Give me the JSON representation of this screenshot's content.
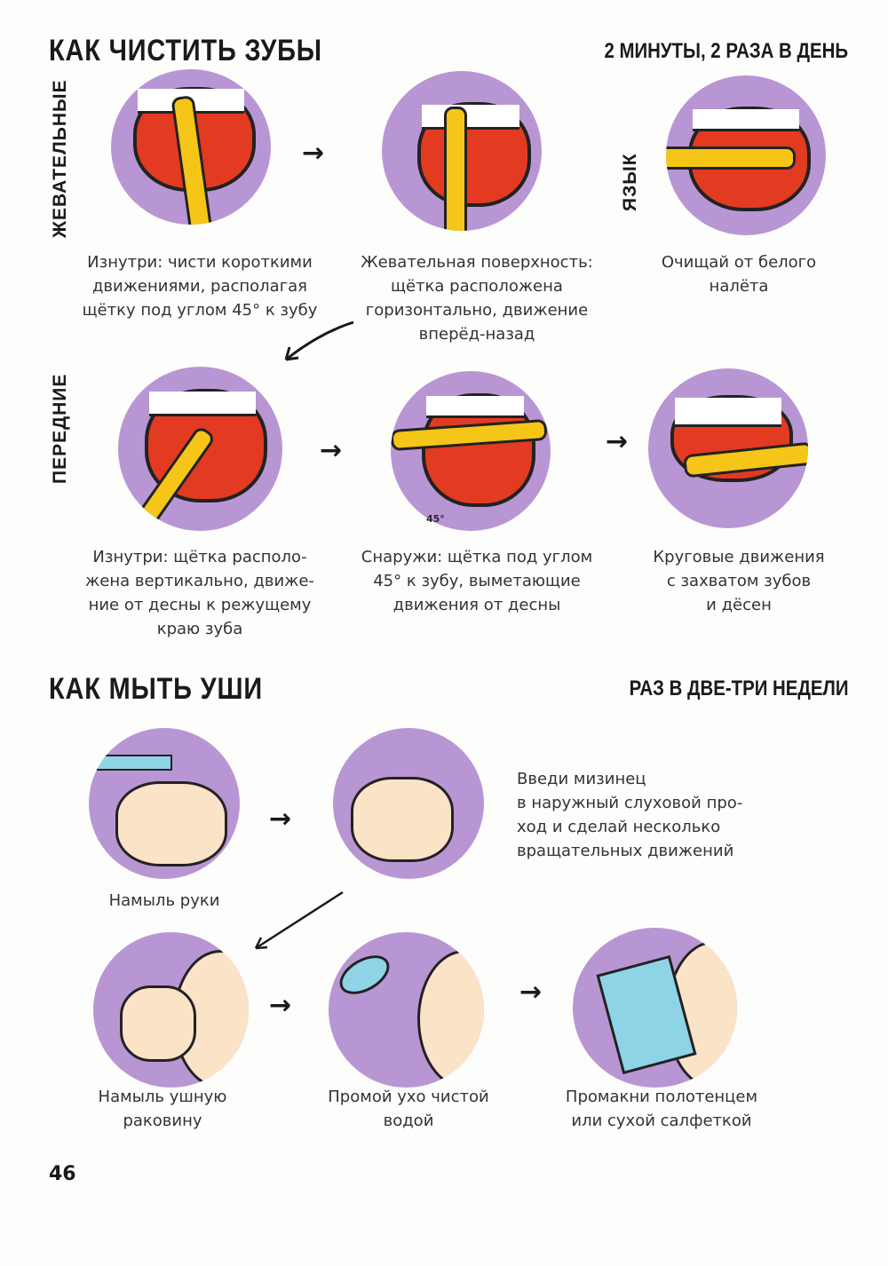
{
  "teeth": {
    "title": "КАК ЧИСТИТЬ ЗУБЫ",
    "frequency": "2 МИНУТЫ, 2 РАЗА В ДЕНЬ",
    "label_chewing": "ЖЕВАТЕЛЬНЫЕ",
    "label_tongue": "ЯЗЫК",
    "label_front": "ПЕРЕДНИЕ",
    "angle_label": "45°",
    "steps": [
      {
        "caption": "Изнутри: чисти короткими\nдвижениями, располагая\nщётку под углом 45° к зубу"
      },
      {
        "caption": "Жевательная поверхность:\nщётка расположена\nгоризонтально, движение\nвперёд-назад"
      },
      {
        "caption": "Очищай от белого\nналёта"
      },
      {
        "caption": "Изнутри: щётка располо-\nжена вертикально, движе-\nние от десны к режущему\nкраю зуба"
      },
      {
        "caption": "Снаружи: щётка под углом\n45° к зубу, выметающие\nдвижения от десны"
      },
      {
        "caption": "Круговые движения\nс захватом зубов\nи дёсен"
      }
    ]
  },
  "ears": {
    "title": "КАК МЫТЬ УШИ",
    "frequency": "РАЗ В ДВЕ-ТРИ НЕДЕЛИ",
    "steps": [
      {
        "caption": "Намыль руки"
      },
      {
        "caption": "Введи мизинец\nв наружный слуховой про-\nход и сделай несколько\nвращательных движений"
      },
      {
        "caption": "Намыль ушную\nраковину"
      },
      {
        "caption": "Промой ухо чистой\nводой"
      },
      {
        "caption": "Промакни полотенцем\nили сухой салфеткой"
      }
    ]
  },
  "page_number": "46"
}
